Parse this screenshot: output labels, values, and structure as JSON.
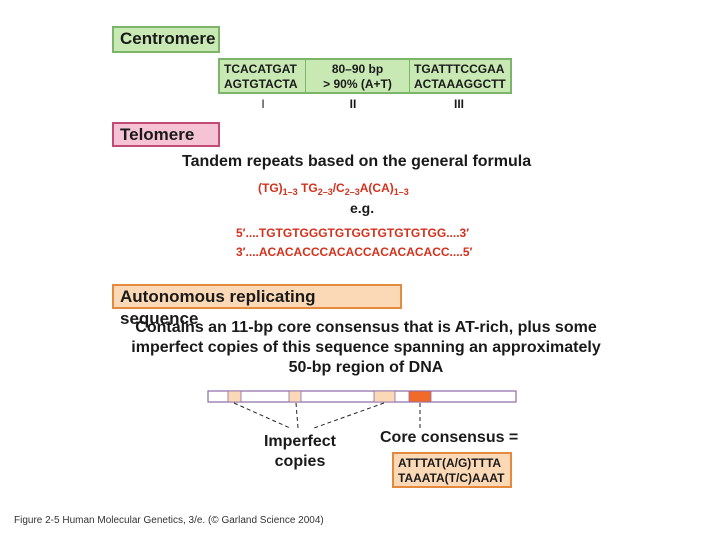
{
  "centromere": {
    "title": "Centromere",
    "elements": [
      {
        "line1": "TCACATGAT",
        "line2": "AGTGTACTA",
        "label": "I"
      },
      {
        "line1": "80–90 bp",
        "line2": "> 90% (A+T)",
        "label": "II"
      },
      {
        "line1": "TGATTTCCGAA",
        "line2": "ACTAAAGGCTT",
        "label": "III"
      }
    ]
  },
  "telomere": {
    "title": "Telomere",
    "description": "Tandem repeats based on the general formula",
    "formula": {
      "p1": "(TG)",
      "s1": "1–3",
      "p2": " TG",
      "s2": "2–3",
      "p3": "/C",
      "s3": "2–3",
      "p4": "A(CA)",
      "s4": "1–3"
    },
    "eg": "e.g.",
    "strand_top": "5′....TGTGTGGGTGTGGTGTGTGTGG....3′",
    "strand_bottom": "3′....ACACACCCACACCACACACACC....5′"
  },
  "ars": {
    "title": "Autonomous replicating sequence",
    "description": [
      "Contains an 11-bp core consensus that is AT-rich, plus some",
      "imperfect copies of this sequence spanning an approximately",
      "50-bp region of DNA"
    ],
    "imperfect_label": [
      "Imperfect",
      "copies"
    ],
    "core_label": "Core consensus =",
    "core_seq_top": "ATTTAT(A/G)TTTA",
    "core_seq_bottom": "TAAATA(T/C)AAAT"
  },
  "caption": "Figure 2-5  Human Molecular Genetics, 3/e. (© Garland Science 2004)",
  "colors": {
    "green": "#c8e9b4",
    "pink": "#f6c3d5",
    "orange": "#fbd9b6",
    "core": "#f06a2a",
    "red_text": "#d4311c"
  }
}
